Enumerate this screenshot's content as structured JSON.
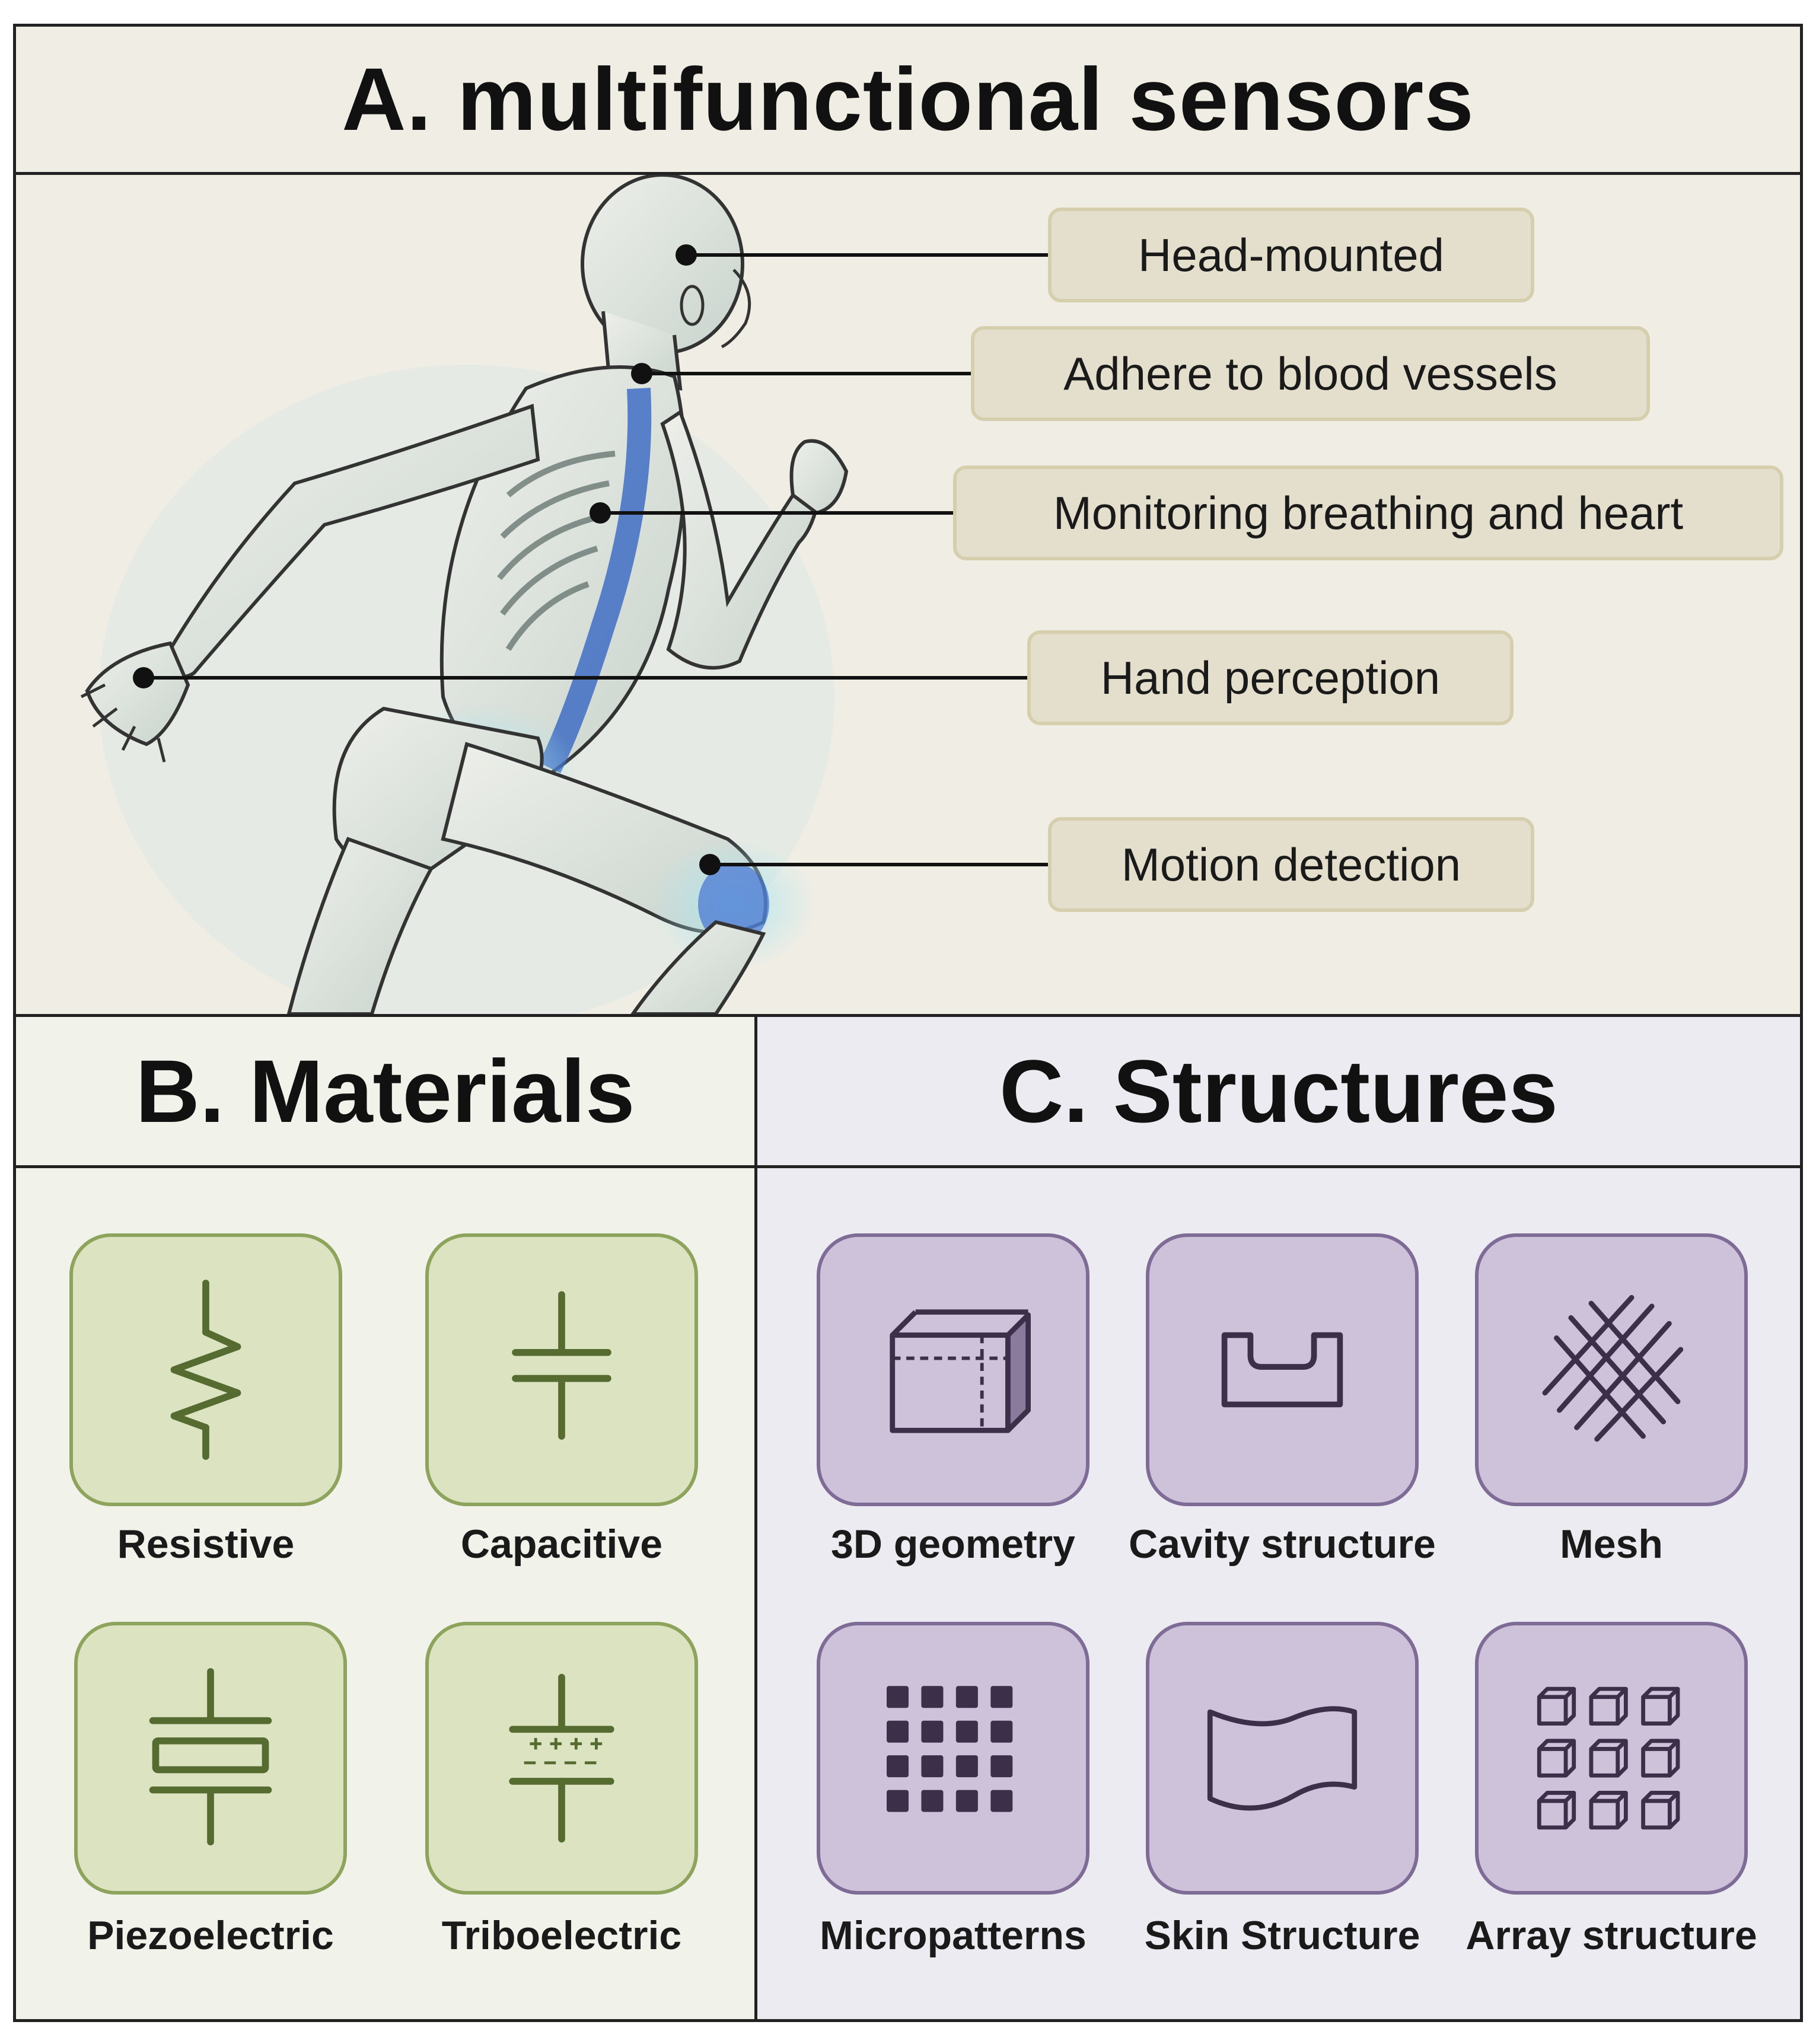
{
  "panel_a": {
    "title": "A. multifunctional sensors",
    "callouts": [
      {
        "id": "head",
        "label": "Head-mounted"
      },
      {
        "id": "vessels",
        "label": "Adhere to blood vessels"
      },
      {
        "id": "breathing",
        "label": "Monitoring breathing and heart"
      },
      {
        "id": "hand",
        "label": "Hand perception"
      },
      {
        "id": "motion",
        "label": "Motion detection"
      }
    ]
  },
  "panel_b": {
    "title": "B. Materials",
    "items": [
      {
        "label": "Resistive",
        "icon": "resistor-icon"
      },
      {
        "label": "Capacitive",
        "icon": "capacitor-icon"
      },
      {
        "label": "Piezoelectric",
        "icon": "piezoelectric-icon"
      },
      {
        "label": "Triboelectric",
        "icon": "triboelectric-icon"
      }
    ]
  },
  "panel_c": {
    "title": "C. Structures",
    "items": [
      {
        "label": "3D geometry",
        "icon": "cube-icon"
      },
      {
        "label": "Cavity structure",
        "icon": "cavity-icon"
      },
      {
        "label": "Mesh",
        "icon": "mesh-icon"
      },
      {
        "label": "Micropatterns",
        "icon": "micropattern-grid-icon"
      },
      {
        "label": "Skin Structure",
        "icon": "skin-sheet-icon"
      },
      {
        "label": "Array structure",
        "icon": "cube-array-icon"
      }
    ]
  },
  "colors": {
    "panel_a_bg": "#f0ede5",
    "callout_fill": "#e4dfcd",
    "callout_border": "#d6cfae",
    "materials_bg": "#f1f3ea",
    "materials_tile": "#dbe3c1",
    "materials_icon": "#556b2f",
    "structures_bg": "#ecebf1",
    "structures_tile": "#cdc2da",
    "structures_icon": "#3b2f4a"
  }
}
